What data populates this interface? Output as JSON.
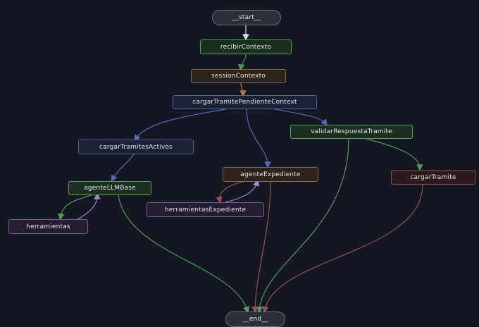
{
  "nodes": {
    "start": "__start__",
    "recibir": "recibirContexto",
    "session": "sessionContexto",
    "cargar_pendiente": "cargarTramitePendienteContext",
    "validar": "validarRespuestaTramite",
    "cargar_activos": "cargarTramitesActivos",
    "agente_expediente": "agenteExpediente",
    "cargar_tramite": "cargarTramite",
    "agente_llm": "agenteLLMBase",
    "herr_expediente": "herramientasExpediente",
    "herramientas": "herramientas",
    "end": "__end__"
  },
  "colors": {
    "background": "#131722",
    "white_edge": "#d9d9d9",
    "green_edge": "#4f9a58",
    "brown_edge": "#b07a4a",
    "blue_edge": "#5866c0",
    "red_edge": "#9a4e55",
    "purple_edge": "#a784d6"
  }
}
